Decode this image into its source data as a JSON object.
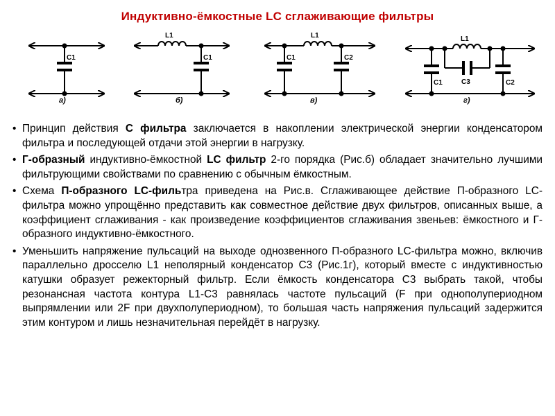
{
  "title": "Индуктивно-ёмкостные  LC сглаживающие фильтры",
  "diagrams": {
    "a": {
      "caption": "а)",
      "c1": "C1"
    },
    "b": {
      "caption": "б)",
      "l1": "L1",
      "c1": "C1"
    },
    "v": {
      "caption": "в)",
      "l1": "L1",
      "c1": "C1",
      "c2": "C2"
    },
    "g": {
      "caption": "г)",
      "l1": "L1",
      "c1": "C1",
      "c2": "C2",
      "c3": "C3"
    }
  },
  "bullets": {
    "b1": {
      "t1": "Принцип действия ",
      "b1": "С фильтра",
      "t2": " заключается в накоплении электрической энергии конденсатором фильтра и последующей отдачи этой энергии в нагрузку."
    },
    "b2": {
      "b1": "Г-образный",
      "t1": " индуктивно-ёмкостной ",
      "b2": "LC фильтр",
      "t2": " 2-го порядка (Рис.б) обладает значительно лучшими фильтрующими свойствами по сравнению с обычным ёмкостным."
    },
    "b3": {
      "t1": "Схема ",
      "b1": "П-образного LC-филь",
      "t2": "тра приведена на Рис.в. Сглаживающее действие П-образного LC-фильтра можно упрощённо представить как совместное действие двух фильтров, описанных выше, а коэффициент сглаживания - как произведение коэффициентов сглаживания звеньев: ёмкостного и Г-образного индуктивно-ёмкостного."
    },
    "b4": {
      "t1": "Уменьшить напряжение пульсаций на выходе однозвенного П-образного LC-фильтра можно, включив параллельно дросселю L1 неполярный конденсатор С3 (Рис.1г), который вместе с индуктивностью катушки образует режекторный фильтр. Если ёмкость конденсатора С3 выбрать такой, чтобы резонансная частота контура L1-С3 равнялась частоте пульсаций (F при однополупериодном выпрямлении или 2F при двухполупериодном), то большая часть напряжения пульсаций задержится этим контуром и лишь незначительная перейдёт в нагрузку."
    }
  }
}
